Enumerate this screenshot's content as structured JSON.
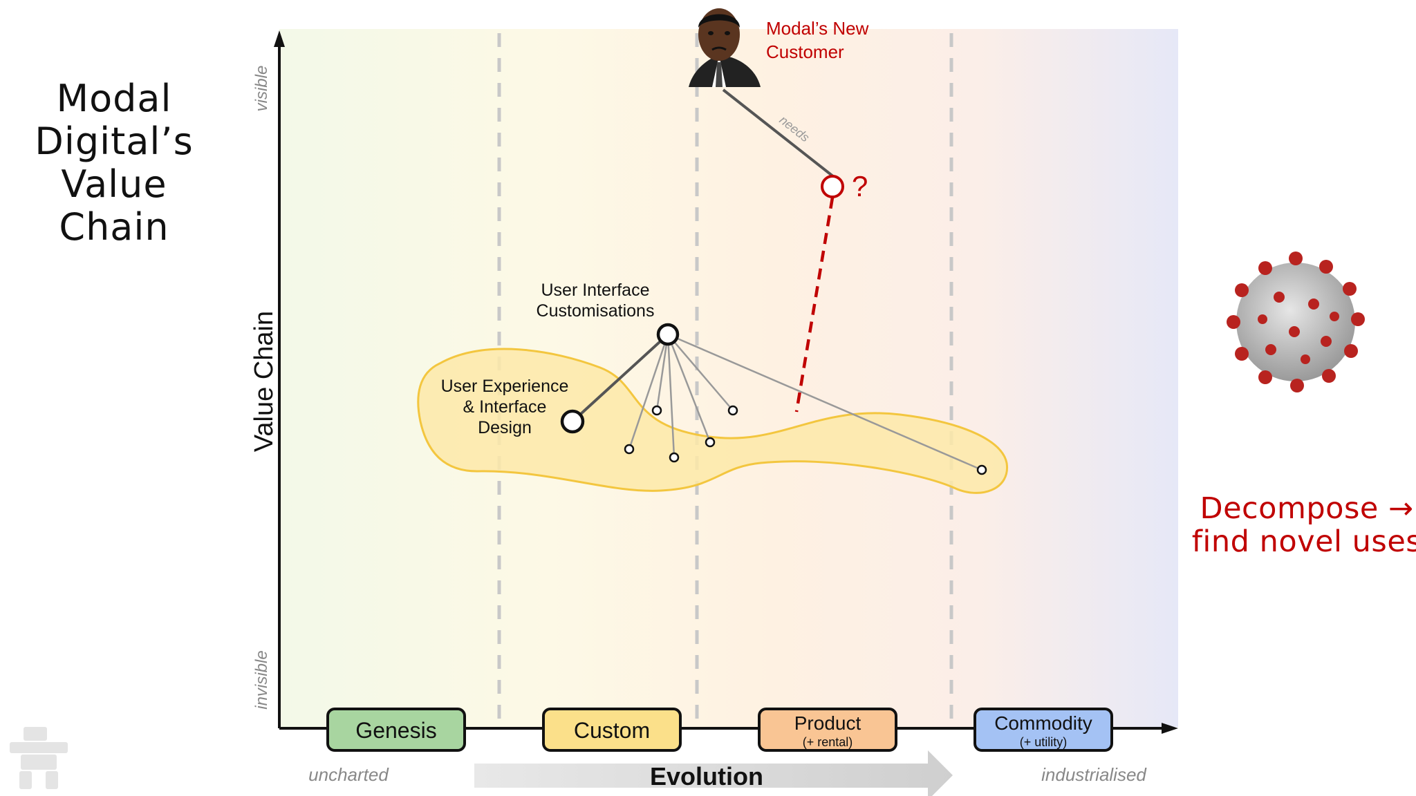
{
  "title_lines": [
    "Modal",
    "Digital’s",
    "Value",
    "Chain"
  ],
  "cta_lines": [
    "Decompose →",
    "find novel uses"
  ],
  "axis": {
    "y_label": "Value Chain",
    "y_top": "visible",
    "y_bottom": "invisible",
    "x_label": "Evolution",
    "x_left": "uncharted",
    "x_right": "industrialised"
  },
  "stages": [
    {
      "name": "Genesis",
      "sub": "",
      "color": "#a8d5a0"
    },
    {
      "name": "Custom",
      "sub": "",
      "color": "#fbe08a"
    },
    {
      "name": "Product",
      "sub": "(+ rental)",
      "color": "#f9c594"
    },
    {
      "name": "Commodity",
      "sub": "(+ utility)",
      "color": "#a4c2f4"
    }
  ],
  "customer": {
    "label_line1": "Modal’s New",
    "label_line2": "Customer",
    "edge_label": "needs",
    "unknown_mark": "?"
  },
  "components": {
    "ui_custom_line1": "User Interface",
    "ui_custom_line2": "Customisations",
    "ux_line1": "User Experience",
    "ux_line2": "& Interface",
    "ux_line3": "Design"
  },
  "colors": {
    "accent_red": "#c00000",
    "blob_fill": "#fde9a8",
    "blob_stroke": "#f3c63f"
  }
}
